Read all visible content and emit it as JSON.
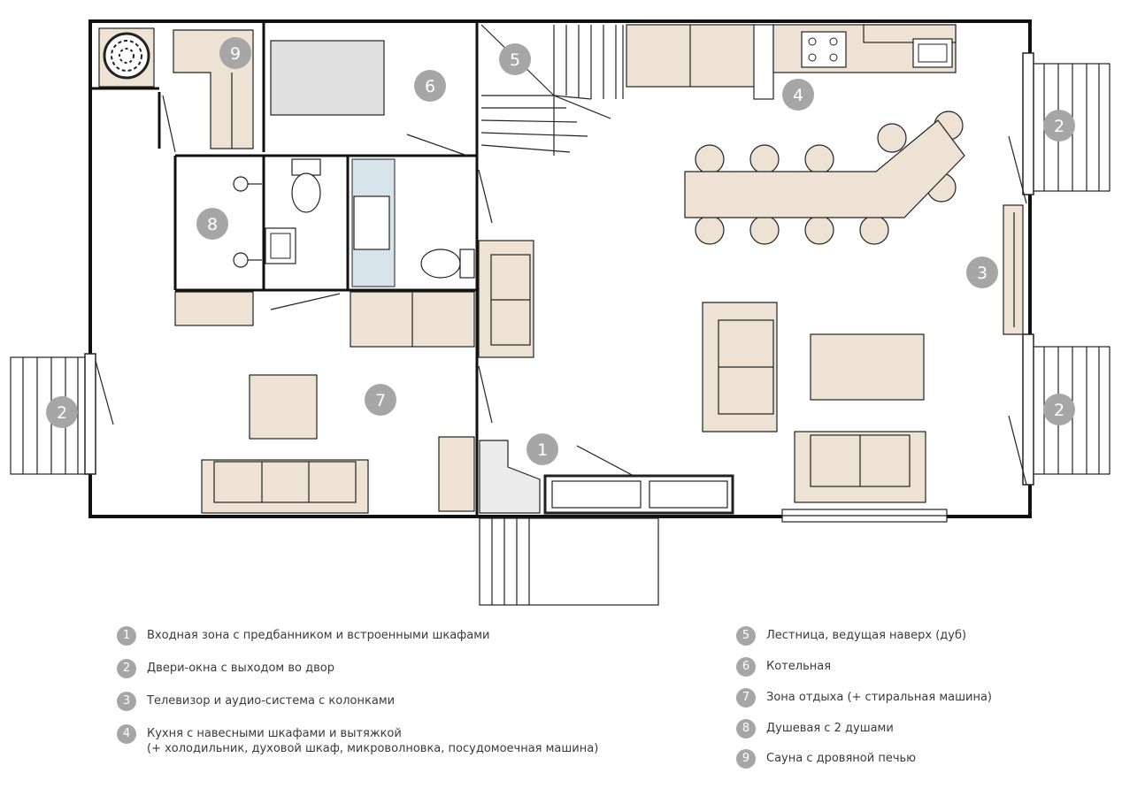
{
  "colors": {
    "wall": "#111111",
    "furniture": "#ede2d4",
    "furniture_stroke": "#222222",
    "marker": "#a6a6a6",
    "marker_text": "#ffffff",
    "boiler": "#e0e0e0",
    "shower_room": "#d7e4ec"
  },
  "markers": {
    "m1": "1",
    "m2": "2",
    "m3": "3",
    "m4": "4",
    "m5": "5",
    "m6": "6",
    "m7": "7",
    "m8": "8",
    "m9": "9"
  },
  "legend": {
    "items": [
      {
        "num": "1",
        "text": "Входная зона с предбанником и встроенными шкафами",
        "sub": ""
      },
      {
        "num": "2",
        "text": "Двери-окна с выходом во двор",
        "sub": ""
      },
      {
        "num": "3",
        "text": "Телевизор и аудио-система с колонками",
        "sub": ""
      },
      {
        "num": "4",
        "text": "Кухня с навесными шкафами и вытяжкой",
        "sub": "(+ холодильник, духовой шкаф, микроволновка, посудомоечная машина)"
      },
      {
        "num": "5",
        "text": "Лестница, ведущая наверх (дуб)",
        "sub": ""
      },
      {
        "num": "6",
        "text": "Котельная",
        "sub": ""
      },
      {
        "num": "7",
        "text": "Зона отдыха (+ стиральная машина)",
        "sub": ""
      },
      {
        "num": "8",
        "text": "Душевая с 2 душами",
        "sub": ""
      },
      {
        "num": "9",
        "text": "Сауна с дровяной печью",
        "sub": ""
      }
    ]
  }
}
